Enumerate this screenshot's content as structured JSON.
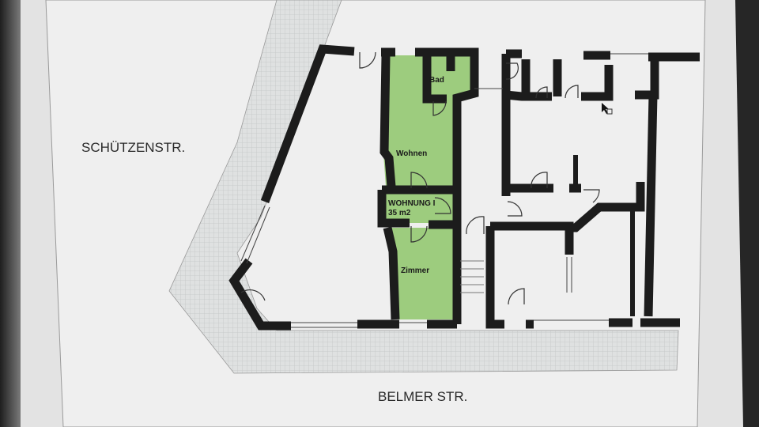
{
  "colors": {
    "apartment_fill": "#9dcc7e",
    "paving": "#d6d8d8",
    "wall": "#1c1c1c",
    "paper": "#eeeeee"
  },
  "streets": {
    "left": "SCHÜTZENSTR.",
    "bottom": "BELMER STR."
  },
  "rooms": {
    "bad": "Bad",
    "wohnen": "Wohnen",
    "unit_name": "WOHNUNG I",
    "unit_area": "35 m2",
    "zimmer": "Zimmer"
  },
  "icons": [
    "mouse-cursor-icon"
  ]
}
